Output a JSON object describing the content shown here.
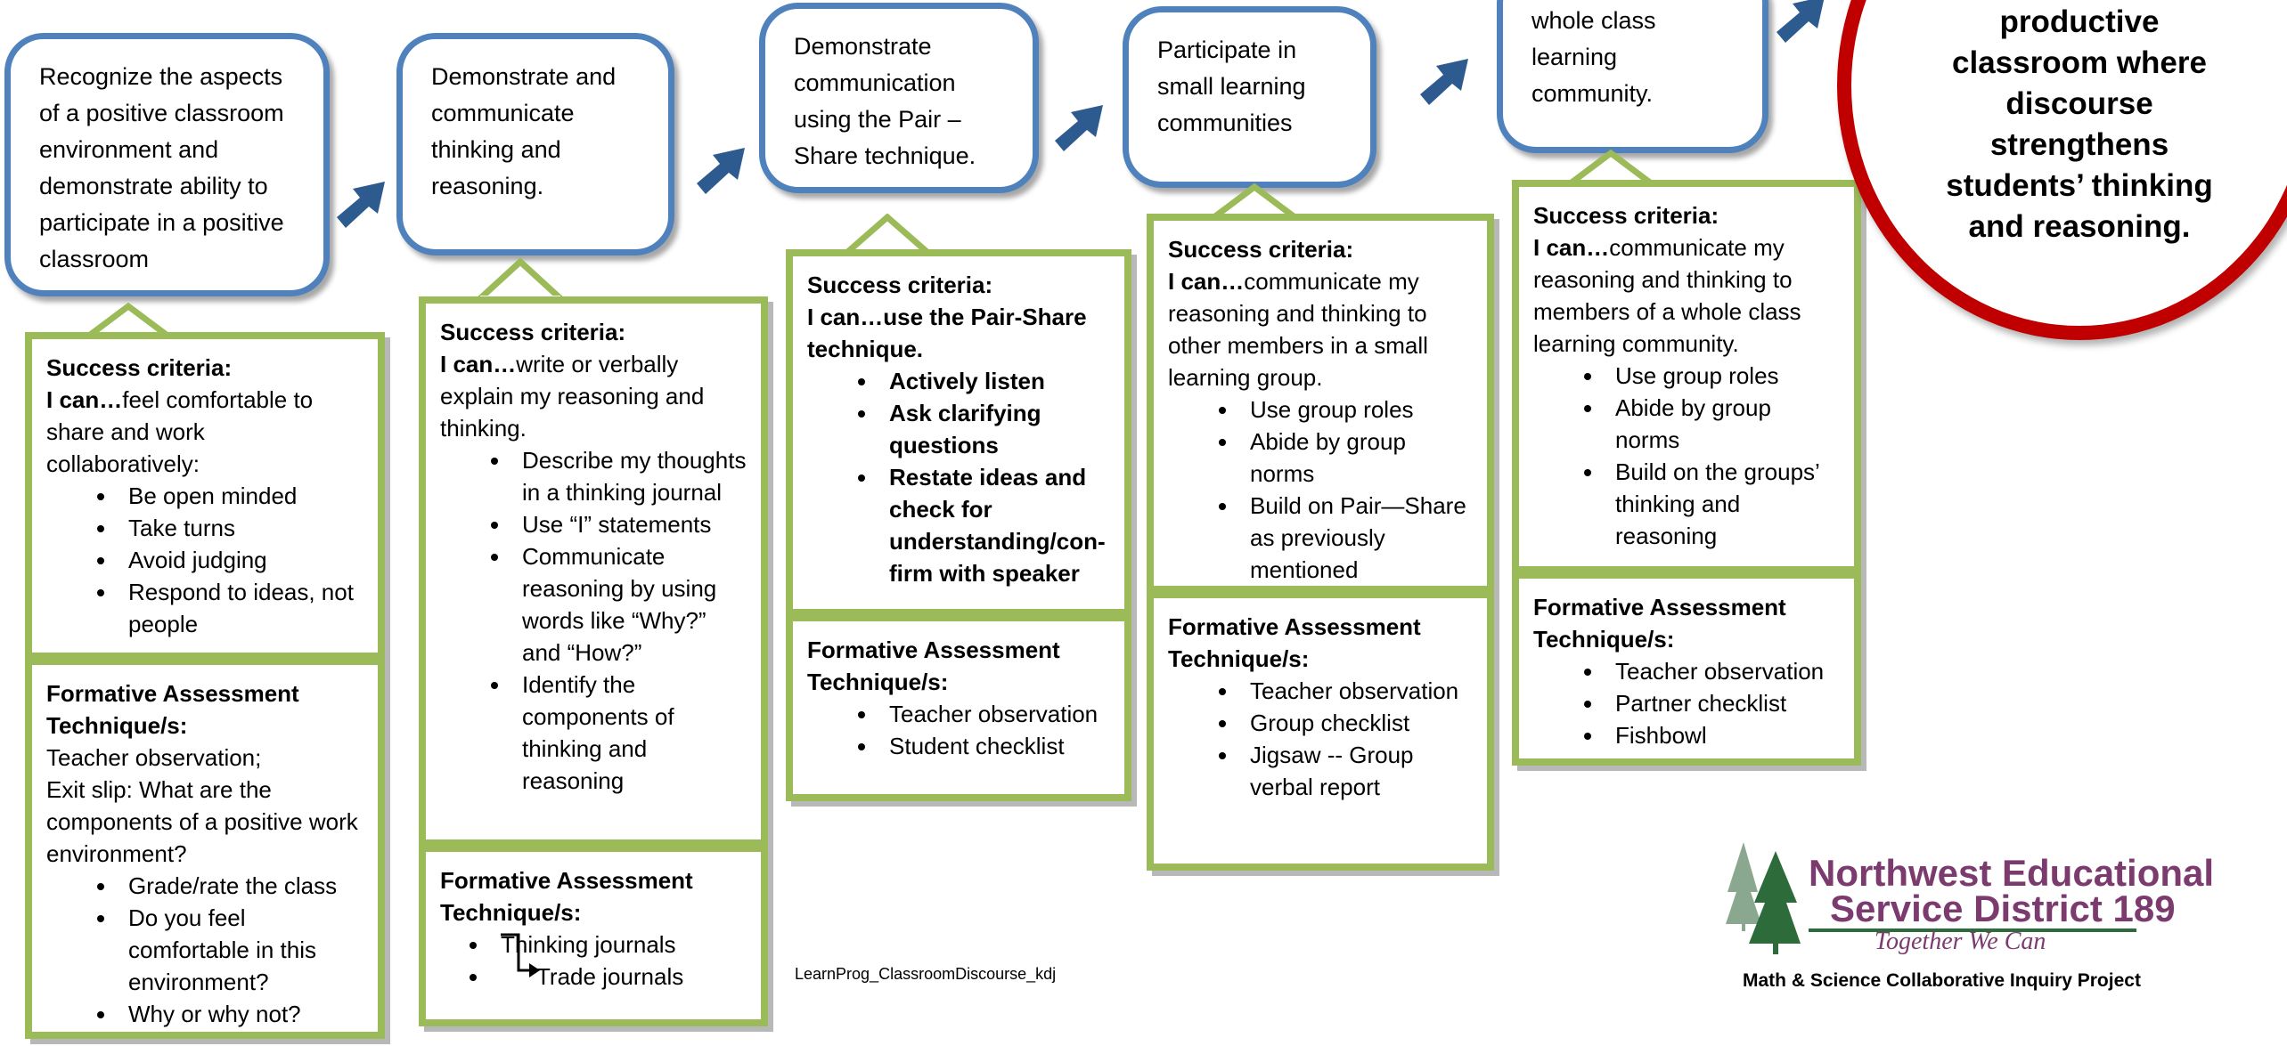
{
  "steps": [
    {
      "goal": "Recognize the aspects of a positive classroom environment and demonstrate ability to participate in a positive classroom",
      "success_heading": "Success criteria:",
      "ican": "I can…",
      "ican_text": "feel comfortable to share and work collaboratively:",
      "success_items": [
        "Be open minded",
        "Take turns",
        "Avoid judging",
        "Respond to ideas, not people"
      ],
      "fa_heading": "Formative Assessment Technique/s:",
      "fa_text": [
        "Teacher observation;",
        "Exit slip: What are the components of a positive work environment?"
      ],
      "fa_items": [
        "Grade/rate the class",
        "Do you feel comfortable in this environment?",
        "Why or why not?"
      ]
    },
    {
      "goal": "Demonstrate and communicate thinking and reasoning.",
      "success_heading": "Success criteria:",
      "ican": "I can…",
      "ican_text": "write or verbally explain my reasoning and thinking.",
      "success_items": [
        "Describe my thoughts in a thinking journal",
        "Use “I” statements",
        "Communicate reasoning by using words like “Why?” and “How?”",
        "Identify the components of thinking and reasoning"
      ],
      "fa_heading": "Formative Assessment Technique/s:",
      "fa_items": [
        "Thinking journals",
        "Trade journals"
      ]
    },
    {
      "goal": "Demonstrate communication using the Pair – Share technique.",
      "success_heading": "Success criteria:",
      "ican": "I can…use the Pair-Share technique.",
      "success_items": [
        "Actively listen",
        "Ask clarifying questions",
        "Restate ideas and check for understanding/con-firm with speaker"
      ],
      "fa_heading": "Formative Assessment Technique/s:",
      "fa_items": [
        "Teacher observation",
        "Student checklist"
      ]
    },
    {
      "goal": "Participate in small learning communities",
      "success_heading": "Success criteria:",
      "ican": "I can…",
      "ican_text": "communicate my reasoning and thinking to other members in a small learning group.",
      "success_items": [
        "Use group roles",
        "Abide by group norms",
        "Build on Pair—Share as previously mentioned"
      ],
      "fa_heading": "Formative Assessment Technique/s:",
      "fa_items": [
        "Teacher observation",
        "Group checklist",
        "Jigsaw -- Group verbal report"
      ]
    },
    {
      "goal": "whole class learning community.",
      "success_heading": "Success criteria:",
      "ican": "I can…",
      "ican_text": "communicate my reasoning and thinking to members of a whole class learning community.",
      "success_items": [
        "Use group roles",
        "Abide by group norms",
        "Build on the  groups’ thinking and reasoning"
      ],
      "fa_heading": "Formative Assessment Technique/s:",
      "fa_items": [
        "Teacher observation",
        "Partner checklist",
        "Fishbowl"
      ]
    }
  ],
  "headline": "productive classroom where discourse strengthens students’ thinking and reasoning.",
  "footer_code": "LearnProg_ClassroomDiscourse_kdj",
  "logo": {
    "line1": "Northwest Educational",
    "line2": "Service District 189",
    "tagline": "Together We Can"
  },
  "project": "Math & Science Collaborative Inquiry Project",
  "colors": {
    "goal_border": "#4f81bd",
    "panel_border": "#9bbb59",
    "arrow": "#2e5b8f",
    "headline_ring": "#c00000",
    "logo_text": "#7b3b6f",
    "tree": "#2e6b3a"
  }
}
